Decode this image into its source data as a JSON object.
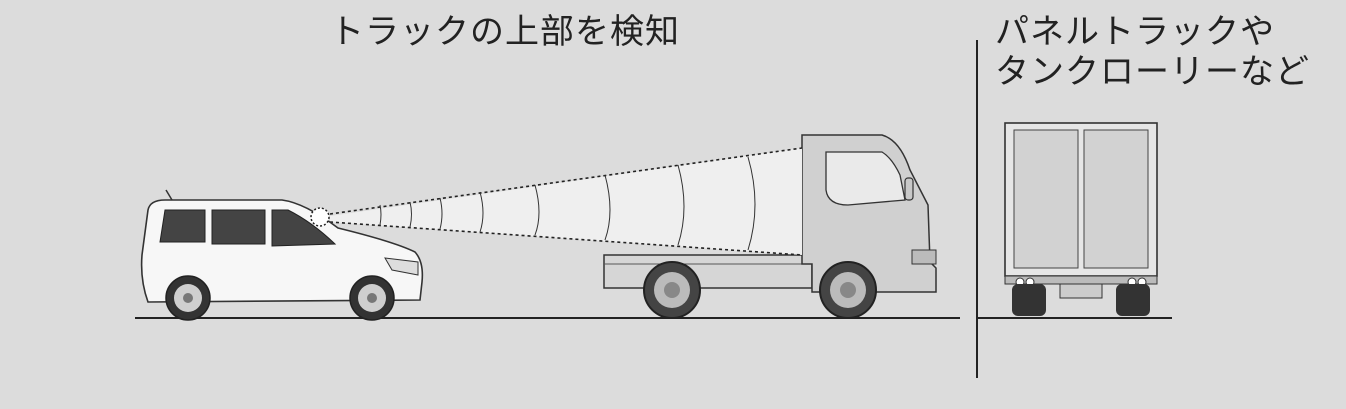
{
  "labels": {
    "main": "トラックの上部を検知",
    "side_line1": "パネルトラックや",
    "side_line2": "タンクローリーなど"
  },
  "colors": {
    "background": "#dcdcdc",
    "ground": "#222222",
    "vehicle_fill": "#f4f4f4",
    "vehicle_stroke": "#333333",
    "truck_body": "#d2d2d2"
  }
}
